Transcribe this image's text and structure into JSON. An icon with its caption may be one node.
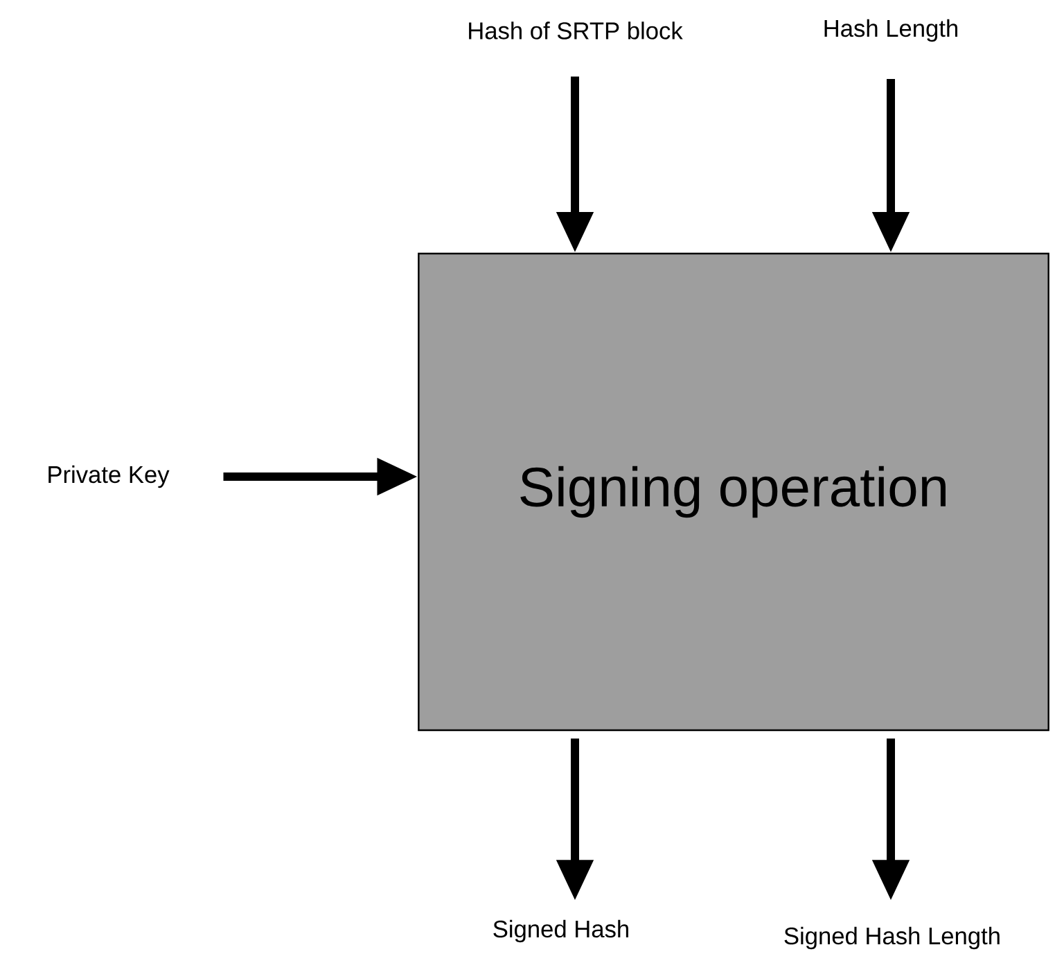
{
  "diagram": {
    "nodes": [
      {
        "text": [
          "Signing operation"
        ]
      },
      {
        "text": [
          "Hash of SRTP block"
        ]
      },
      {
        "text": [
          "Hash Length"
        ]
      },
      {
        "text": [
          "Private Key"
        ]
      },
      {
        "text": [
          "Signed Hash"
        ]
      },
      {
        "text": [
          "Signed Hash Length"
        ]
      }
    ],
    "edges": [
      {
        "from": 1,
        "to": 0,
        "arrow": "to"
      },
      {
        "from": 2,
        "to": 0,
        "arrow": "to"
      },
      {
        "from": 3,
        "to": 0,
        "arrow": "to"
      },
      {
        "from": 0,
        "to": 4,
        "arrow": "to"
      },
      {
        "from": 0,
        "to": 5,
        "arrow": "to"
      }
    ]
  }
}
